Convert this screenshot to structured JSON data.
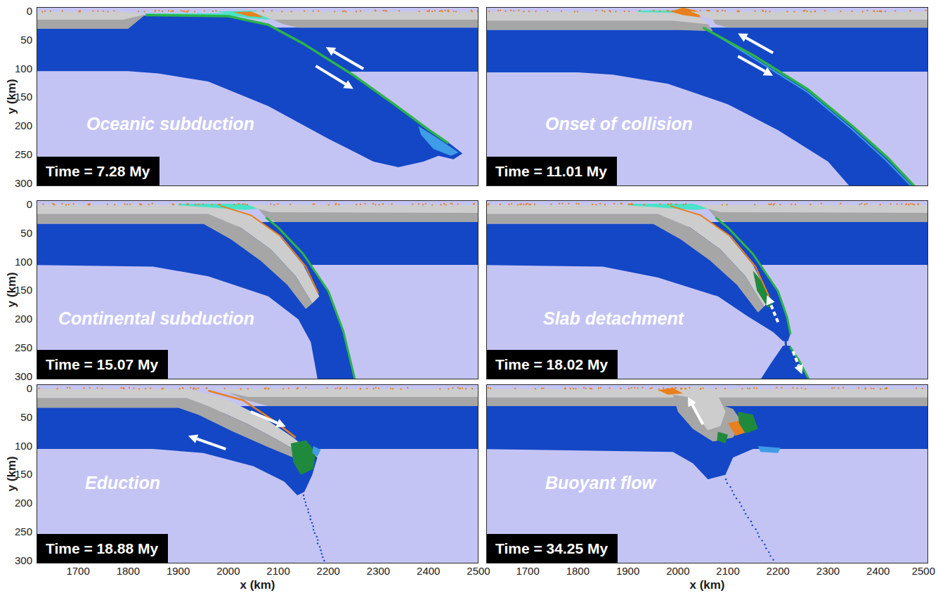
{
  "diagram": {
    "nodes": [
      {
        "text": [
          "Oceanic subduction",
          "Time = 7.28 My"
        ]
      },
      {
        "text": [
          "Onset of collision",
          "Time = 11.01 My"
        ]
      },
      {
        "text": [
          "Continental subduction",
          "Time = 15.07 My"
        ]
      },
      {
        "text": [
          "Slab detachment",
          "Time = 18.02 My"
        ]
      },
      {
        "text": [
          "Eduction",
          "Time = 18.88 My"
        ]
      },
      {
        "text": [
          "Buoyant flow",
          "Time = 34.25 My"
        ]
      }
    ],
    "labels": [
      "y (km)",
      "0",
      "50",
      "100",
      "150",
      "200",
      "250",
      "300",
      "y (km)",
      "0",
      "50",
      "100",
      "150",
      "200",
      "250",
      "300",
      "y (km)",
      "0",
      "50",
      "100",
      "150",
      "200",
      "250",
      "300",
      "1700",
      "1800",
      "1900",
      "2000",
      "2100",
      "2200",
      "2300",
      "2400",
      "2500",
      "x (km)",
      "1700",
      "1800",
      "1900",
      "2000",
      "2100",
      "2200",
      "2300",
      "2400",
      "2500",
      "x (km)"
    ]
  }
}
